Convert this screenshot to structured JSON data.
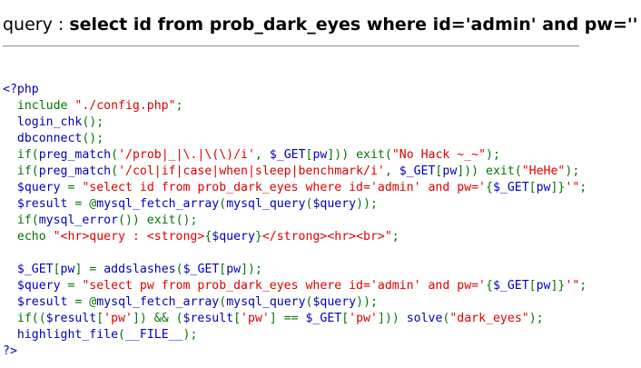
{
  "query_line": {
    "label": "query : ",
    "query": "select id from prob_dark_eyes where id='admin' and pw=''"
  },
  "source": {
    "colors": {
      "default": "#0000BB",
      "keyword": "#007700",
      "string": "#DD0000",
      "html": "#000000"
    },
    "lines": [
      [
        [
          "default",
          "<?php"
        ]
      ],
      [
        [
          "keyword",
          "  include "
        ],
        [
          "string",
          "\"./config.php\""
        ],
        [
          "keyword",
          ";"
        ]
      ],
      [
        [
          "keyword",
          "  "
        ],
        [
          "default",
          "login_chk"
        ],
        [
          "keyword",
          "();"
        ]
      ],
      [
        [
          "keyword",
          "  "
        ],
        [
          "default",
          "dbconnect"
        ],
        [
          "keyword",
          "();"
        ]
      ],
      [
        [
          "keyword",
          "  if("
        ],
        [
          "default",
          "preg_match"
        ],
        [
          "keyword",
          "("
        ],
        [
          "string",
          "'/prob|_|\\.|\\(\\)/i'"
        ],
        [
          "keyword",
          ", "
        ],
        [
          "default",
          "$_GET"
        ],
        [
          "keyword",
          "["
        ],
        [
          "default",
          "pw"
        ],
        [
          "keyword",
          "])) exit("
        ],
        [
          "string",
          "\"No Hack ~_~\""
        ],
        [
          "keyword",
          ");"
        ]
      ],
      [
        [
          "keyword",
          "  if("
        ],
        [
          "default",
          "preg_match"
        ],
        [
          "keyword",
          "("
        ],
        [
          "string",
          "'/col|if|case|when|sleep|benchmark/i'"
        ],
        [
          "keyword",
          ", "
        ],
        [
          "default",
          "$_GET"
        ],
        [
          "keyword",
          "["
        ],
        [
          "default",
          "pw"
        ],
        [
          "keyword",
          "])) exit("
        ],
        [
          "string",
          "\"HeHe\""
        ],
        [
          "keyword",
          ");"
        ]
      ],
      [
        [
          "keyword",
          "  "
        ],
        [
          "default",
          "$query "
        ],
        [
          "keyword",
          "= "
        ],
        [
          "string",
          "\"select id from prob_dark_eyes where id='admin' and pw='"
        ],
        [
          "keyword",
          "{"
        ],
        [
          "default",
          "$_GET"
        ],
        [
          "keyword",
          "["
        ],
        [
          "default",
          "pw"
        ],
        [
          "keyword",
          "]}"
        ],
        [
          "string",
          "'\""
        ],
        [
          "keyword",
          ";"
        ]
      ],
      [
        [
          "keyword",
          "  "
        ],
        [
          "default",
          "$result "
        ],
        [
          "keyword",
          "= @"
        ],
        [
          "default",
          "mysql_fetch_array"
        ],
        [
          "keyword",
          "("
        ],
        [
          "default",
          "mysql_query"
        ],
        [
          "keyword",
          "("
        ],
        [
          "default",
          "$query"
        ],
        [
          "keyword",
          "));"
        ]
      ],
      [
        [
          "keyword",
          "  if("
        ],
        [
          "default",
          "mysql_error"
        ],
        [
          "keyword",
          "()) exit();"
        ]
      ],
      [
        [
          "keyword",
          "  echo "
        ],
        [
          "string",
          "\"<hr>query : <strong>"
        ],
        [
          "keyword",
          "{"
        ],
        [
          "default",
          "$query"
        ],
        [
          "keyword",
          "}"
        ],
        [
          "string",
          "</strong><hr><br>\""
        ],
        [
          "keyword",
          ";"
        ]
      ],
      [
        [
          "keyword",
          " "
        ]
      ],
      [
        [
          "keyword",
          "  "
        ],
        [
          "default",
          "$_GET"
        ],
        [
          "keyword",
          "["
        ],
        [
          "default",
          "pw"
        ],
        [
          "keyword",
          "] = "
        ],
        [
          "default",
          "addslashes"
        ],
        [
          "keyword",
          "("
        ],
        [
          "default",
          "$_GET"
        ],
        [
          "keyword",
          "["
        ],
        [
          "default",
          "pw"
        ],
        [
          "keyword",
          "]);"
        ]
      ],
      [
        [
          "keyword",
          "  "
        ],
        [
          "default",
          "$query "
        ],
        [
          "keyword",
          "= "
        ],
        [
          "string",
          "\"select pw from prob_dark_eyes where id='admin' and pw='"
        ],
        [
          "keyword",
          "{"
        ],
        [
          "default",
          "$_GET"
        ],
        [
          "keyword",
          "["
        ],
        [
          "default",
          "pw"
        ],
        [
          "keyword",
          "]}"
        ],
        [
          "string",
          "'\""
        ],
        [
          "keyword",
          ";"
        ]
      ],
      [
        [
          "keyword",
          "  "
        ],
        [
          "default",
          "$result "
        ],
        [
          "keyword",
          "= @"
        ],
        [
          "default",
          "mysql_fetch_array"
        ],
        [
          "keyword",
          "("
        ],
        [
          "default",
          "mysql_query"
        ],
        [
          "keyword",
          "("
        ],
        [
          "default",
          "$query"
        ],
        [
          "keyword",
          "));"
        ]
      ],
      [
        [
          "keyword",
          "  if(("
        ],
        [
          "default",
          "$result"
        ],
        [
          "keyword",
          "["
        ],
        [
          "string",
          "'pw'"
        ],
        [
          "keyword",
          "]) && ("
        ],
        [
          "default",
          "$result"
        ],
        [
          "keyword",
          "["
        ],
        [
          "string",
          "'pw'"
        ],
        [
          "keyword",
          "] == "
        ],
        [
          "default",
          "$_GET"
        ],
        [
          "keyword",
          "["
        ],
        [
          "string",
          "'pw'"
        ],
        [
          "keyword",
          "])) "
        ],
        [
          "default",
          "solve"
        ],
        [
          "keyword",
          "("
        ],
        [
          "string",
          "\"dark_eyes\""
        ],
        [
          "keyword",
          ");"
        ]
      ],
      [
        [
          "keyword",
          "  "
        ],
        [
          "default",
          "highlight_file"
        ],
        [
          "keyword",
          "("
        ],
        [
          "default",
          "__FILE__"
        ],
        [
          "keyword",
          ");"
        ]
      ],
      [
        [
          "default",
          "?>"
        ]
      ]
    ]
  }
}
